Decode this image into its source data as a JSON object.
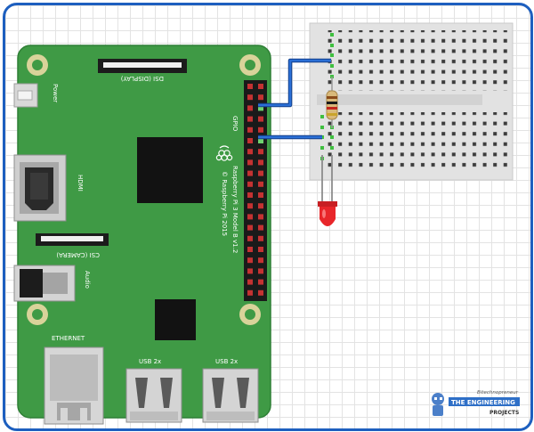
{
  "board": {
    "power_label": "Power",
    "dsi_label": "DSI (DISPLAY)",
    "hdmi_label": "HDMI",
    "csi_label": "CSI (CAMERA)",
    "audio_label": "Audio",
    "ethernet_label": "ETHERNET",
    "usb_left_label": "USB 2x",
    "usb_right_label": "USB 2x",
    "gpio_label": "GPIO",
    "model_label": "Raspberry Pi 3 Model B v1.2",
    "copyright_label": "© Raspberry Pi 2015"
  },
  "logo": {
    "top_text": "Bitechnopreneur",
    "main_text": "THE ENGINEERING",
    "sub_text": "PROJECTS"
  },
  "colors": {
    "board": "#3f9a45",
    "board_dark": "#2f7f36",
    "wire": "#1f5fc4",
    "led": "#e8262a",
    "breadboard": "#e4e4e4",
    "frame": "#1d5fbf"
  }
}
